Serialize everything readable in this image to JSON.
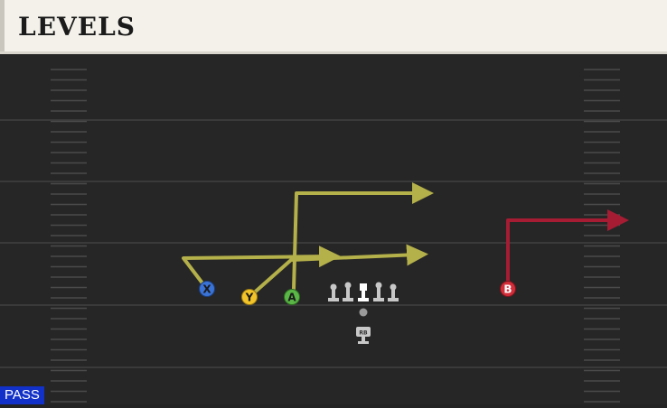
{
  "play": {
    "name": "LEVELS",
    "mode": "PASS"
  },
  "receivers": [
    {
      "id": "x",
      "button": "X",
      "color": "#3a73d6",
      "route_color": "#b4b04a"
    },
    {
      "id": "y",
      "button": "Y",
      "color": "#f2c429",
      "route_color": "#b4b04a"
    },
    {
      "id": "a",
      "button": "A",
      "color": "#5ab646",
      "route_color": "#b4b04a"
    },
    {
      "id": "b",
      "button": "B",
      "color": "#d12e3a",
      "route_color": "#a51c33"
    }
  ],
  "backfield": {
    "rb_label": "RB"
  },
  "colors": {
    "field": "#262626",
    "yard_line": "#3a3a3a",
    "hash": "#4a4a4a",
    "lineman": "#c8c8c8",
    "center": "#ffffff",
    "route_yellow": "#b4b04a",
    "route_red": "#a51c33"
  }
}
